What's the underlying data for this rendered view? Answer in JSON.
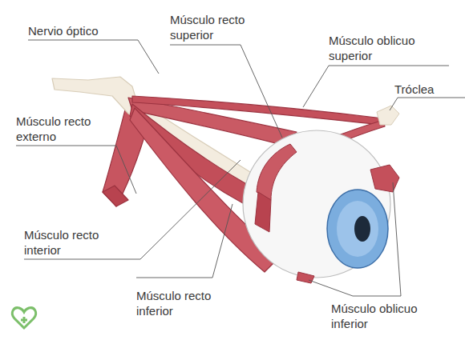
{
  "diagram": {
    "labels": [
      "Nervio óptico",
      "Músculo recto superior",
      "Músculo oblicuo superior",
      "Tróclea",
      "Músculo recto externo",
      "Músculo recto interior",
      "Músculo recto inferior",
      "Músculo oblicuo inferior"
    ]
  }
}
